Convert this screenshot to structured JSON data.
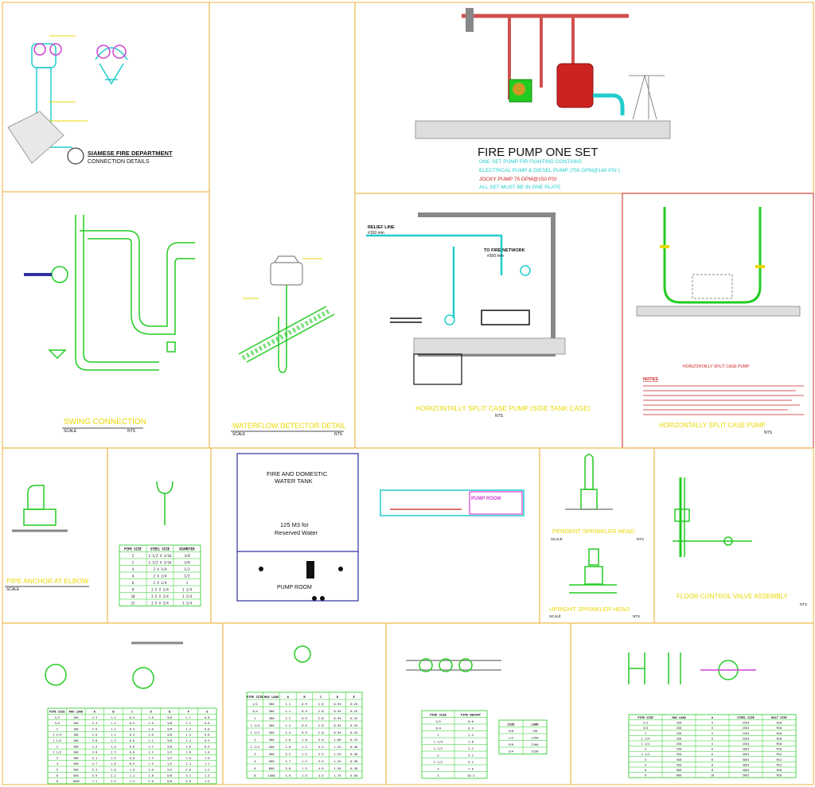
{
  "colors": {
    "frame": "#f0c060",
    "frame_red": "#d05050",
    "green": "#22cc22",
    "cyan": "#22cccc",
    "yellow": "#e8d800",
    "magenta": "#d040d0",
    "red": "#cc2222",
    "blue": "#3030a0",
    "black": "#111111",
    "gray": "#888888"
  },
  "panels": {
    "siamese": {
      "title": "SIAMESE FIRE DEPARTMENT",
      "subtitle": "CONNECTION DETAILS"
    },
    "fire_pump": {
      "title": "FIRE PUMP ONE SET",
      "line1": "ONE SET PUMP FIR FIGHTING CONTAINS",
      "line2": "ELECTRICAL PUMP & DIESEL PUMP (750 GPM@140 PSI )",
      "line3": "JOCKY PUMP 75 GPM@150 PSI",
      "line4": "ALL SET MUST BE IN ONE PLATE"
    },
    "swing": {
      "title": "SWING CONNECTION",
      "scale": "SCALE",
      "nts": "NTS"
    },
    "waterflow": {
      "title": "WATERFLOW DETECTOR DETAIL",
      "scale": "SCALE",
      "nts": "NTS"
    },
    "hsc_side": {
      "title": "HORIZONTALLY SPLIT CASE PUMP (SIDE TANK CASE)",
      "nts": "NTS",
      "relief_line": "RELIEF LINE",
      "relief_size": "#150 mm",
      "to_fire_network": "TO FIRE NETWORK",
      "network_size": "#300 mm"
    },
    "hsc_pump": {
      "title": "HORIZONTALLY SPLIT CASE PUMP",
      "nts": "NTS",
      "notes_title": "NOTES"
    },
    "pipe_anchor": {
      "title": "PIPE ANCHOR AT ELBOW",
      "scale": "SCALE"
    },
    "pump_room": {
      "tank_title": "FIRE AND DOMESTIC",
      "tank_sub": "WATER TANK",
      "volume": "125 M3 for",
      "reserved": "Reserved Water",
      "room_label": "PUMP ROOM",
      "pump_room_label": "PUMP ROOM"
    },
    "pendent": {
      "title": "PENDENT SPRINKLER HEAD",
      "scale": "SCALE",
      "nts": "NTS"
    },
    "upright": {
      "title": "UPRIGHT SPRINKLER HEAD",
      "scale": "SCALE",
      "nts": "NTS"
    },
    "floor_control": {
      "title": "FLOOR CONTROL VALVE ASSEMBLY",
      "nts": "NTS"
    }
  },
  "tables": {
    "rod_size": {
      "headers": [
        "PIPE SIZE",
        "STEEL SIZE",
        "DIAMETER"
      ],
      "rows": [
        [
          "2",
          "1-1/2 X 3/16",
          "3/8"
        ],
        [
          "2",
          "1-1/2 X 3/16",
          "3/8"
        ],
        [
          "4",
          "2 X 1/4",
          "1/2"
        ],
        [
          "4",
          "2 X 1/4",
          "1/2"
        ],
        [
          "6",
          "2 X 1/4",
          "1"
        ],
        [
          "8",
          "2.5 X 1/4",
          "1 1/4"
        ],
        [
          "10",
          "2.5 X 1/4",
          "1 1/4"
        ],
        [
          "12",
          "2.5 X 1/4",
          "1 1/4"
        ]
      ]
    },
    "pipe_weight": {
      "headers": [
        "PIPE SIZE",
        "PIPE WEIGHT"
      ],
      "rows": [
        [
          "1/2",
          "0.6"
        ],
        [
          "3/4",
          "0.9"
        ],
        [
          "1",
          "1.3"
        ],
        [
          "1 1/4",
          "1.8"
        ],
        [
          "1 1/2",
          "2.2"
        ],
        [
          "2",
          "3.2"
        ],
        [
          "2 1/2",
          "5.2"
        ],
        [
          "3",
          "7.0"
        ],
        [
          "4",
          "10.4"
        ]
      ]
    },
    "thread_rod": {
      "headers": [
        "SIZE",
        "LOAD"
      ],
      "rows": [
        [
          "3/8",
          "730"
        ],
        [
          "1/2",
          "1350"
        ],
        [
          "5/8",
          "2160"
        ],
        [
          "3/4",
          "3230"
        ]
      ]
    },
    "clamp_sizes": {
      "headers": [
        "PIPE SIZE",
        "MAX LOAD",
        "A",
        "B",
        "C",
        "D",
        "E"
      ],
      "rows": [
        [
          "1/2",
          "300",
          "1.1",
          "0.9",
          "2.8",
          "0.94",
          "0.25"
        ],
        [
          "3/4",
          "300",
          "1.1",
          "0.9",
          "2.8",
          "0.94",
          "0.25"
        ],
        [
          "1",
          "300",
          "1.2",
          "0.9",
          "2.8",
          "0.94",
          "0.25"
        ],
        [
          "1 1/4",
          "300",
          "1.2",
          "0.9",
          "2.8",
          "0.94",
          "0.25"
        ],
        [
          "1 1/2",
          "300",
          "1.4",
          "0.9",
          "2.8",
          "0.94",
          "0.25"
        ],
        [
          "2",
          "300",
          "1.6",
          "1.0",
          "3.0",
          "1.00",
          "0.25"
        ],
        [
          "2 1/2",
          "500",
          "2.0",
          "1.2",
          "3.5",
          "1.25",
          "0.38"
        ],
        [
          "3",
          "500",
          "2.2",
          "1.2",
          "3.5",
          "1.25",
          "0.38"
        ],
        [
          "4",
          "500",
          "2.7",
          "1.2",
          "3.5",
          "1.25",
          "0.38"
        ],
        [
          "6",
          "800",
          "3.8",
          "1.5",
          "4.0",
          "1.50",
          "0.38"
        ],
        [
          "8",
          "1400",
          "4.9",
          "1.5",
          "4.5",
          "1.75",
          "0.50"
        ]
      ]
    },
    "hanger_sizes": {
      "headers": [
        "PIPE SIZE",
        "MAX LOAD",
        "A",
        "B",
        "C",
        "D",
        "E",
        "F",
        "G"
      ],
      "rows": [
        [
          "1/2",
          "180",
          "2.3",
          "1.2",
          "0.5",
          "1.0",
          "3/8",
          "1.1",
          "0.8"
        ],
        [
          "3/4",
          "180",
          "2.3",
          "1.2",
          "0.5",
          "1.0",
          "3/8",
          "1.1",
          "0.8"
        ],
        [
          "1",
          "180",
          "2.5",
          "1.2",
          "0.5",
          "1.0",
          "3/8",
          "1.2",
          "0.8"
        ],
        [
          "1 1/4",
          "180",
          "2.8",
          "1.2",
          "0.5",
          "1.0",
          "3/8",
          "1.3",
          "0.8"
        ],
        [
          "1 1/2",
          "180",
          "3.0",
          "1.3",
          "0.6",
          "1.1",
          "3/8",
          "1.4",
          "0.9"
        ],
        [
          "2",
          "300",
          "3.3",
          "1.3",
          "0.6",
          "1.1",
          "3/8",
          "1.6",
          "0.9"
        ],
        [
          "2 1/2",
          "300",
          "3.8",
          "1.5",
          "0.8",
          "1.3",
          "1/2",
          "1.8",
          "1.0"
        ],
        [
          "3",
          "300",
          "4.1",
          "1.5",
          "0.8",
          "1.3",
          "1/2",
          "2.0",
          "1.0"
        ],
        [
          "4",
          "300",
          "4.7",
          "1.8",
          "0.9",
          "1.5",
          "1/2",
          "2.4",
          "1.1"
        ],
        [
          "5",
          "500",
          "5.3",
          "2.0",
          "1.0",
          "1.6",
          "1/2",
          "2.8",
          "1.2"
        ],
        [
          "6",
          "500",
          "5.9",
          "2.2",
          "1.1",
          "1.8",
          "5/8",
          "3.2",
          "1.3"
        ],
        [
          "8",
          "1000",
          "7.1",
          "2.5",
          "1.2",
          "2.0",
          "5/8",
          "4.0",
          "1.5"
        ]
      ]
    },
    "seismic_brace": {
      "headers": [
        "PIPE SIZE",
        "MAX LOAD",
        "A",
        "STEEL SIZE",
        "BOLT SIZE"
      ],
      "rows": [
        [
          "1/2",
          "250",
          "5",
          "25X3",
          "M10"
        ],
        [
          "3/4",
          "250",
          "5",
          "25X3",
          "M10"
        ],
        [
          "1",
          "250",
          "5",
          "25X3",
          "M10"
        ],
        [
          "1 1/4",
          "250",
          "5",
          "25X3",
          "M10"
        ],
        [
          "1 1/2",
          "250",
          "5",
          "25X3",
          "M10"
        ],
        [
          "2",
          "250",
          "6",
          "30X3",
          "M10"
        ],
        [
          "2 1/2",
          "350",
          "6",
          "30X3",
          "M12"
        ],
        [
          "3",
          "350",
          "6",
          "30X3",
          "M12"
        ],
        [
          "4",
          "450",
          "8",
          "40X4",
          "M12"
        ],
        [
          "6",
          "600",
          "8",
          "40X4",
          "M16"
        ],
        [
          "8",
          "800",
          "10",
          "50X5",
          "M16"
        ]
      ]
    }
  }
}
